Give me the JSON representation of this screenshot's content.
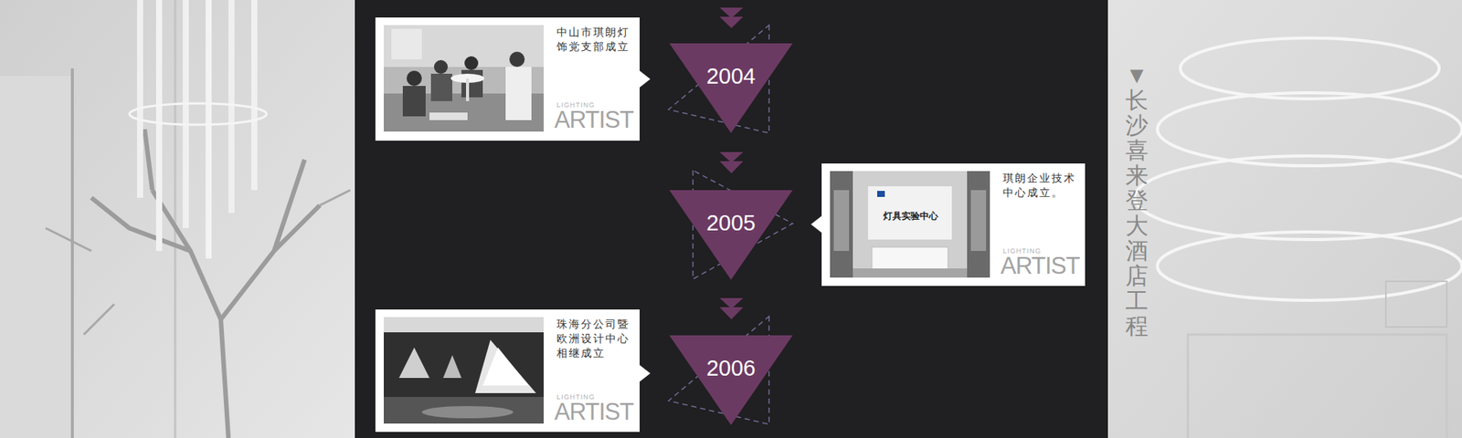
{
  "diagram": {
    "nodes": [
      {
        "text": [
          "中山市琪朗灯饰党支部成立",
          "LIGHTING",
          "ARTIST"
        ]
      },
      {
        "text": [
          "2004"
        ]
      },
      {
        "text": [
          "2005"
        ]
      },
      {
        "text": [
          "琪朗企业技术中心成立。",
          "LIGHTING",
          "ARTIST"
        ]
      },
      {
        "text": [
          "2006"
        ]
      },
      {
        "text": [
          "珠海分公司暨欧洲设计中心相继成立",
          "LIGHTING",
          "ARTIST"
        ]
      }
    ],
    "labels": [
      "▼长沙喜来登大酒店工程",
      "灯具实验中心"
    ]
  }
}
